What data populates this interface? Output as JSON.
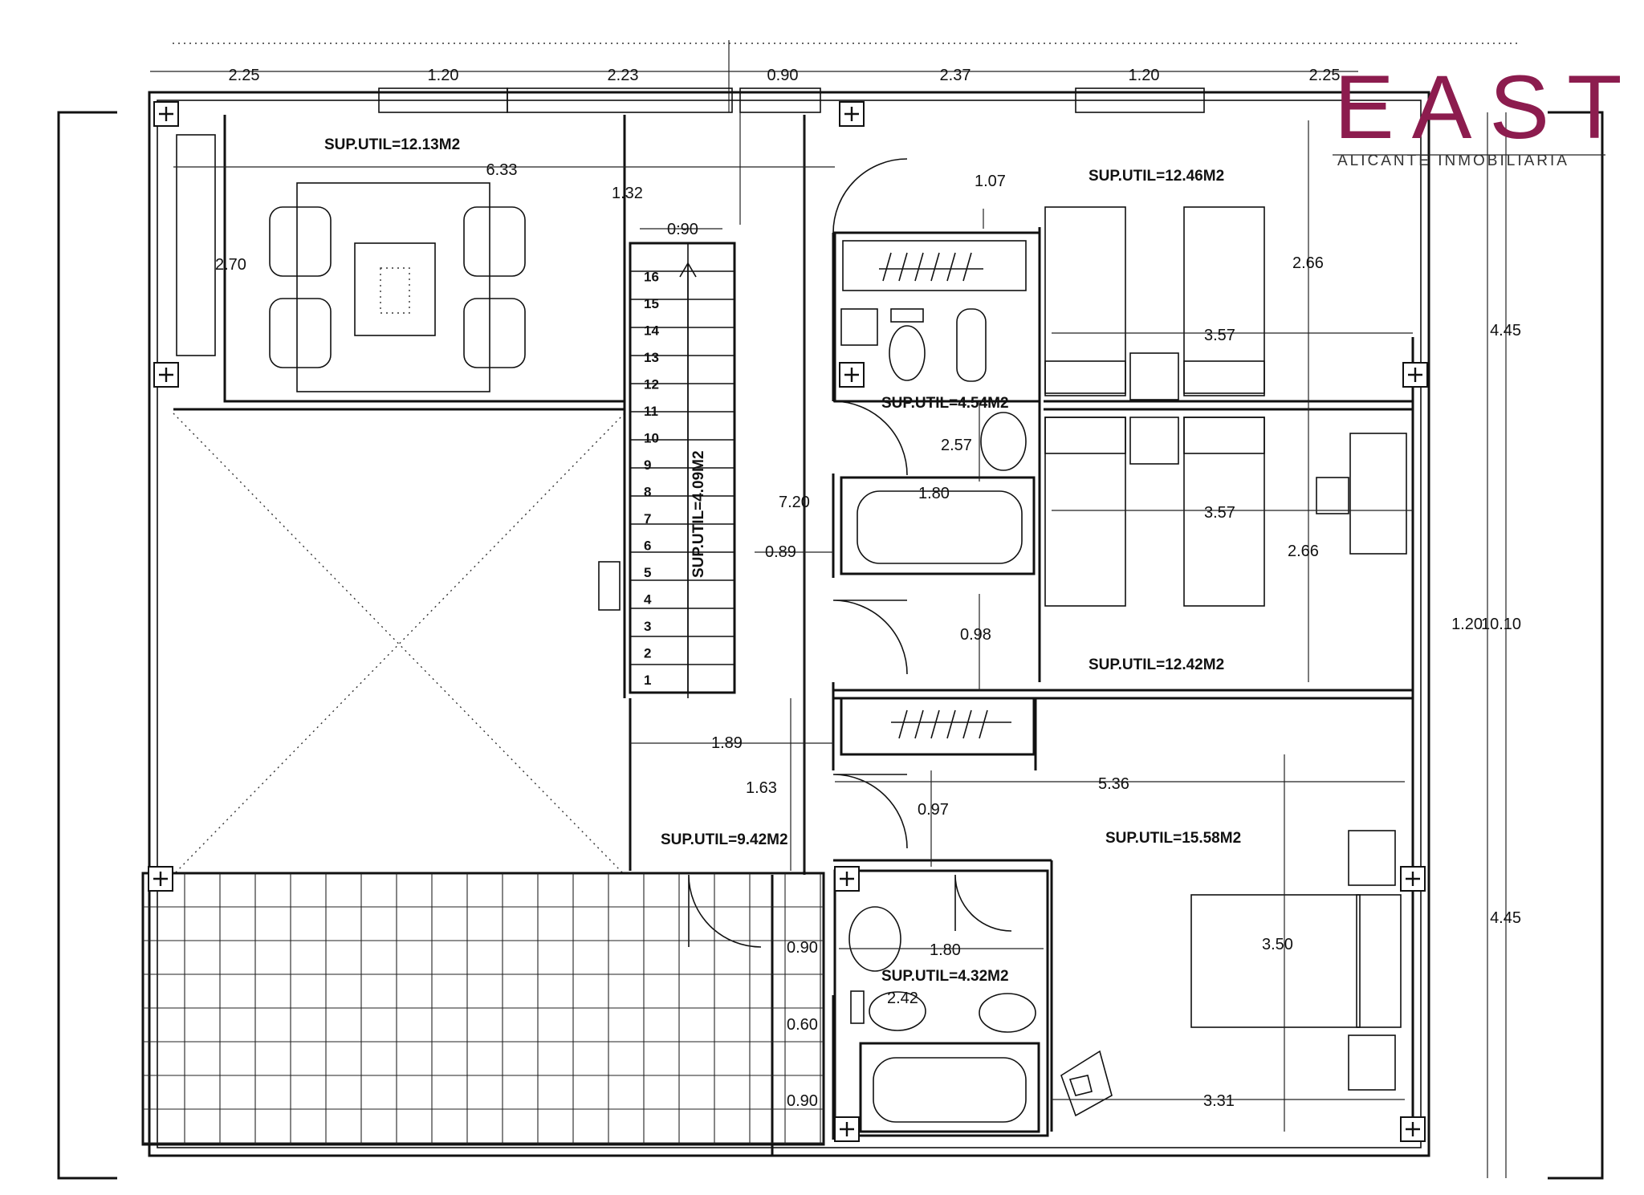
{
  "logo": {
    "brand": "EAST",
    "tagline": "ALICANTE INMOBILIARIA"
  },
  "dimensions": {
    "top": [
      "2.25",
      "1.20",
      "2.23",
      "0.90",
      "2.37",
      "1.20",
      "2.25"
    ],
    "right": [
      "4.45",
      "1.20",
      "10.10",
      "4.45"
    ],
    "living_width": "6.33",
    "living_height": "2.70",
    "hall_top": "1.32",
    "stair_width": "0:90",
    "corridor_height": "7.20",
    "corridor_width": "0.89",
    "landing_width": "1.89",
    "landing_height": "1.63",
    "bath1_height": "2.57",
    "bath1_width": "1.80",
    "bed1_top": "1.07",
    "bed1_width": "3.57",
    "bed1_height": "2.66",
    "bed2_width": "3.57",
    "bed2_height": "2.66",
    "door_gap": "0.98",
    "bed3_width": "5.36",
    "bed3_top": "0.97",
    "bed3_height": "3.50",
    "bed3_bottom": "3.31",
    "bath2_width": "1.80",
    "bath2_height": "2.42",
    "terrace_a": "0.90",
    "terrace_b": "0.60",
    "terrace_c": "0.90"
  },
  "areas": {
    "living": "SUP.UTIL=12.13M2",
    "bedroom1": "SUP.UTIL=12.46M2",
    "bath1": "SUP.UTIL=4.54M2",
    "bedroom2": "SUP.UTIL=12.42M2",
    "stair": "SUP.UTIL=4.09M2",
    "hall": "SUP.UTIL=9.42M2",
    "bedroom3": "SUP.UTIL=15.58M2",
    "bath2": "SUP.UTIL=4.32M2"
  },
  "stairs": {
    "steps": [
      "1",
      "2",
      "3",
      "4",
      "5",
      "6",
      "7",
      "8",
      "9",
      "10",
      "11",
      "12",
      "13",
      "14",
      "15",
      "16"
    ]
  }
}
